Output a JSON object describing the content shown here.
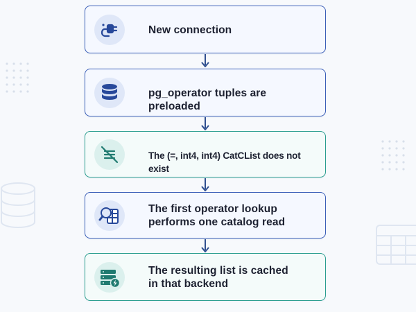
{
  "colors": {
    "background": "#f7f9fc",
    "blue_accent": "#3b5fb8",
    "teal_accent": "#2a9d8f",
    "arrow": "#2f4f8f",
    "text": "#1c2030"
  },
  "steps": [
    {
      "icon": "plug-icon",
      "theme": "blue",
      "lines": [
        "New connection"
      ]
    },
    {
      "icon": "database-icon",
      "theme": "blue",
      "lines": [
        "pg_operator tuples are preloaded"
      ]
    },
    {
      "icon": "no-list-icon",
      "theme": "teal",
      "lines": [
        "The (=, int4, int4) CatCList does not exist"
      ]
    },
    {
      "icon": "search-table-icon",
      "theme": "blue",
      "lines": [
        "The first operator lookup",
        "performs one catalog read"
      ]
    },
    {
      "icon": "server-cache-icon",
      "theme": "teal",
      "lines": [
        "The resulting list is cached",
        "in that backend"
      ]
    }
  ]
}
